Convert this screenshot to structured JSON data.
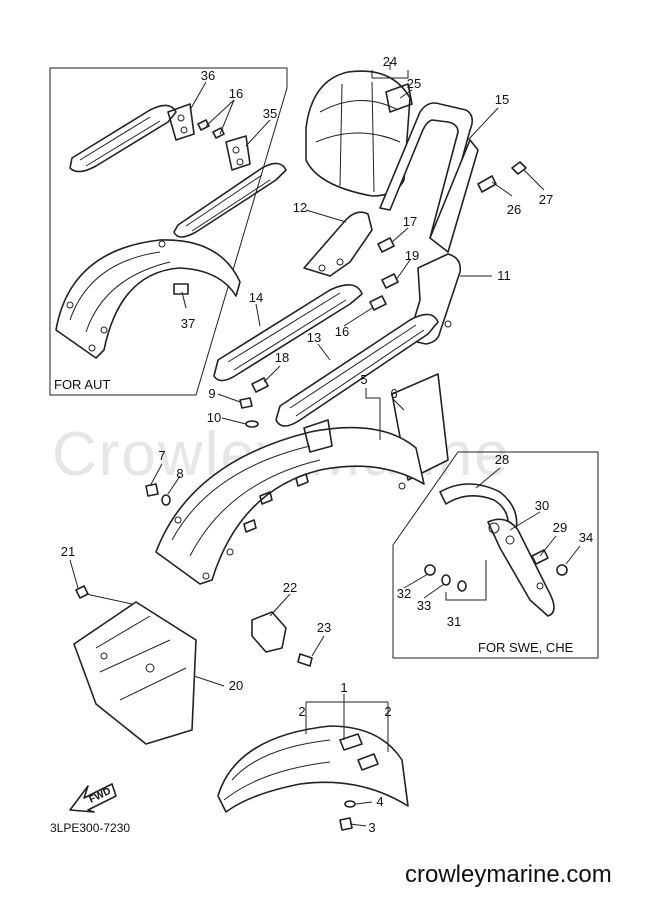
{
  "watermark": "Crowley Marine",
  "diagram_code": "3LPE300-7230",
  "website": "crowleymarine.com",
  "fwd_label": "FWD",
  "insets": {
    "aut": {
      "label": "FOR AUT"
    },
    "swe_che": {
      "label": "FOR SWE, CHE"
    }
  },
  "callouts": {
    "c1": "1",
    "c2a": "2",
    "c2b": "2",
    "c3": "3",
    "c4": "4",
    "c5": "5",
    "c6": "6",
    "c7": "7",
    "c8": "8",
    "c9": "9",
    "c10": "10",
    "c11": "11",
    "c12": "12",
    "c13": "13",
    "c14": "14",
    "c15": "15",
    "c16a": "16",
    "c16b": "16",
    "c17": "17",
    "c18": "18",
    "c19": "19",
    "c20": "20",
    "c21": "21",
    "c22": "22",
    "c23": "23",
    "c24": "24",
    "c25": "25",
    "c26": "26",
    "c27": "27",
    "c28": "28",
    "c29": "29",
    "c30": "30",
    "c31": "31",
    "c32": "32",
    "c33": "33",
    "c34": "34",
    "c35": "35",
    "c36": "36",
    "c37": "37"
  }
}
